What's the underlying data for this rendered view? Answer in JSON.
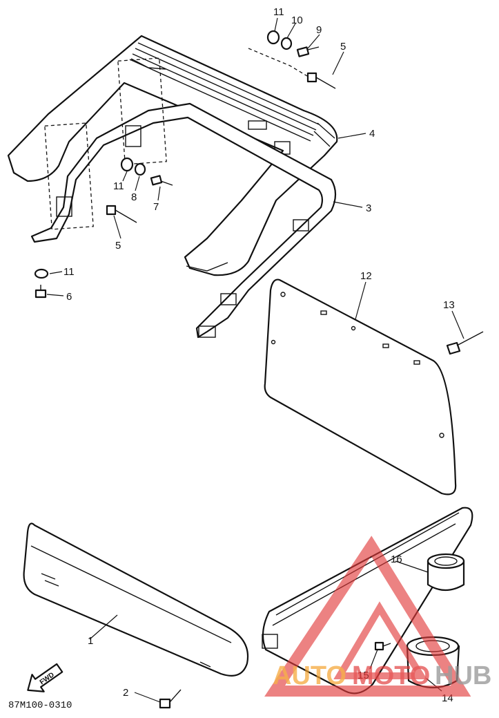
{
  "diagram": {
    "part_code": "87M100-0310",
    "fwd_label": "FWD",
    "callouts": {
      "c1": "1",
      "c2": "2",
      "c3": "3",
      "c4": "4",
      "c5a": "5",
      "c5b": "5",
      "c6": "6",
      "c7": "7",
      "c8": "8",
      "c9": "9",
      "c10": "10",
      "c11a": "11",
      "c11b": "11",
      "c11c": "11",
      "c12": "12",
      "c13": "13",
      "c14": "14",
      "c15": "15",
      "c16": "16"
    }
  },
  "watermark": {
    "part1": "AUTO",
    "part2": "MOTO",
    "part3": "HUB",
    "colors": {
      "red": "#e23b3b",
      "orange": "#f4a12a",
      "gray": "#8a8a8a"
    }
  }
}
